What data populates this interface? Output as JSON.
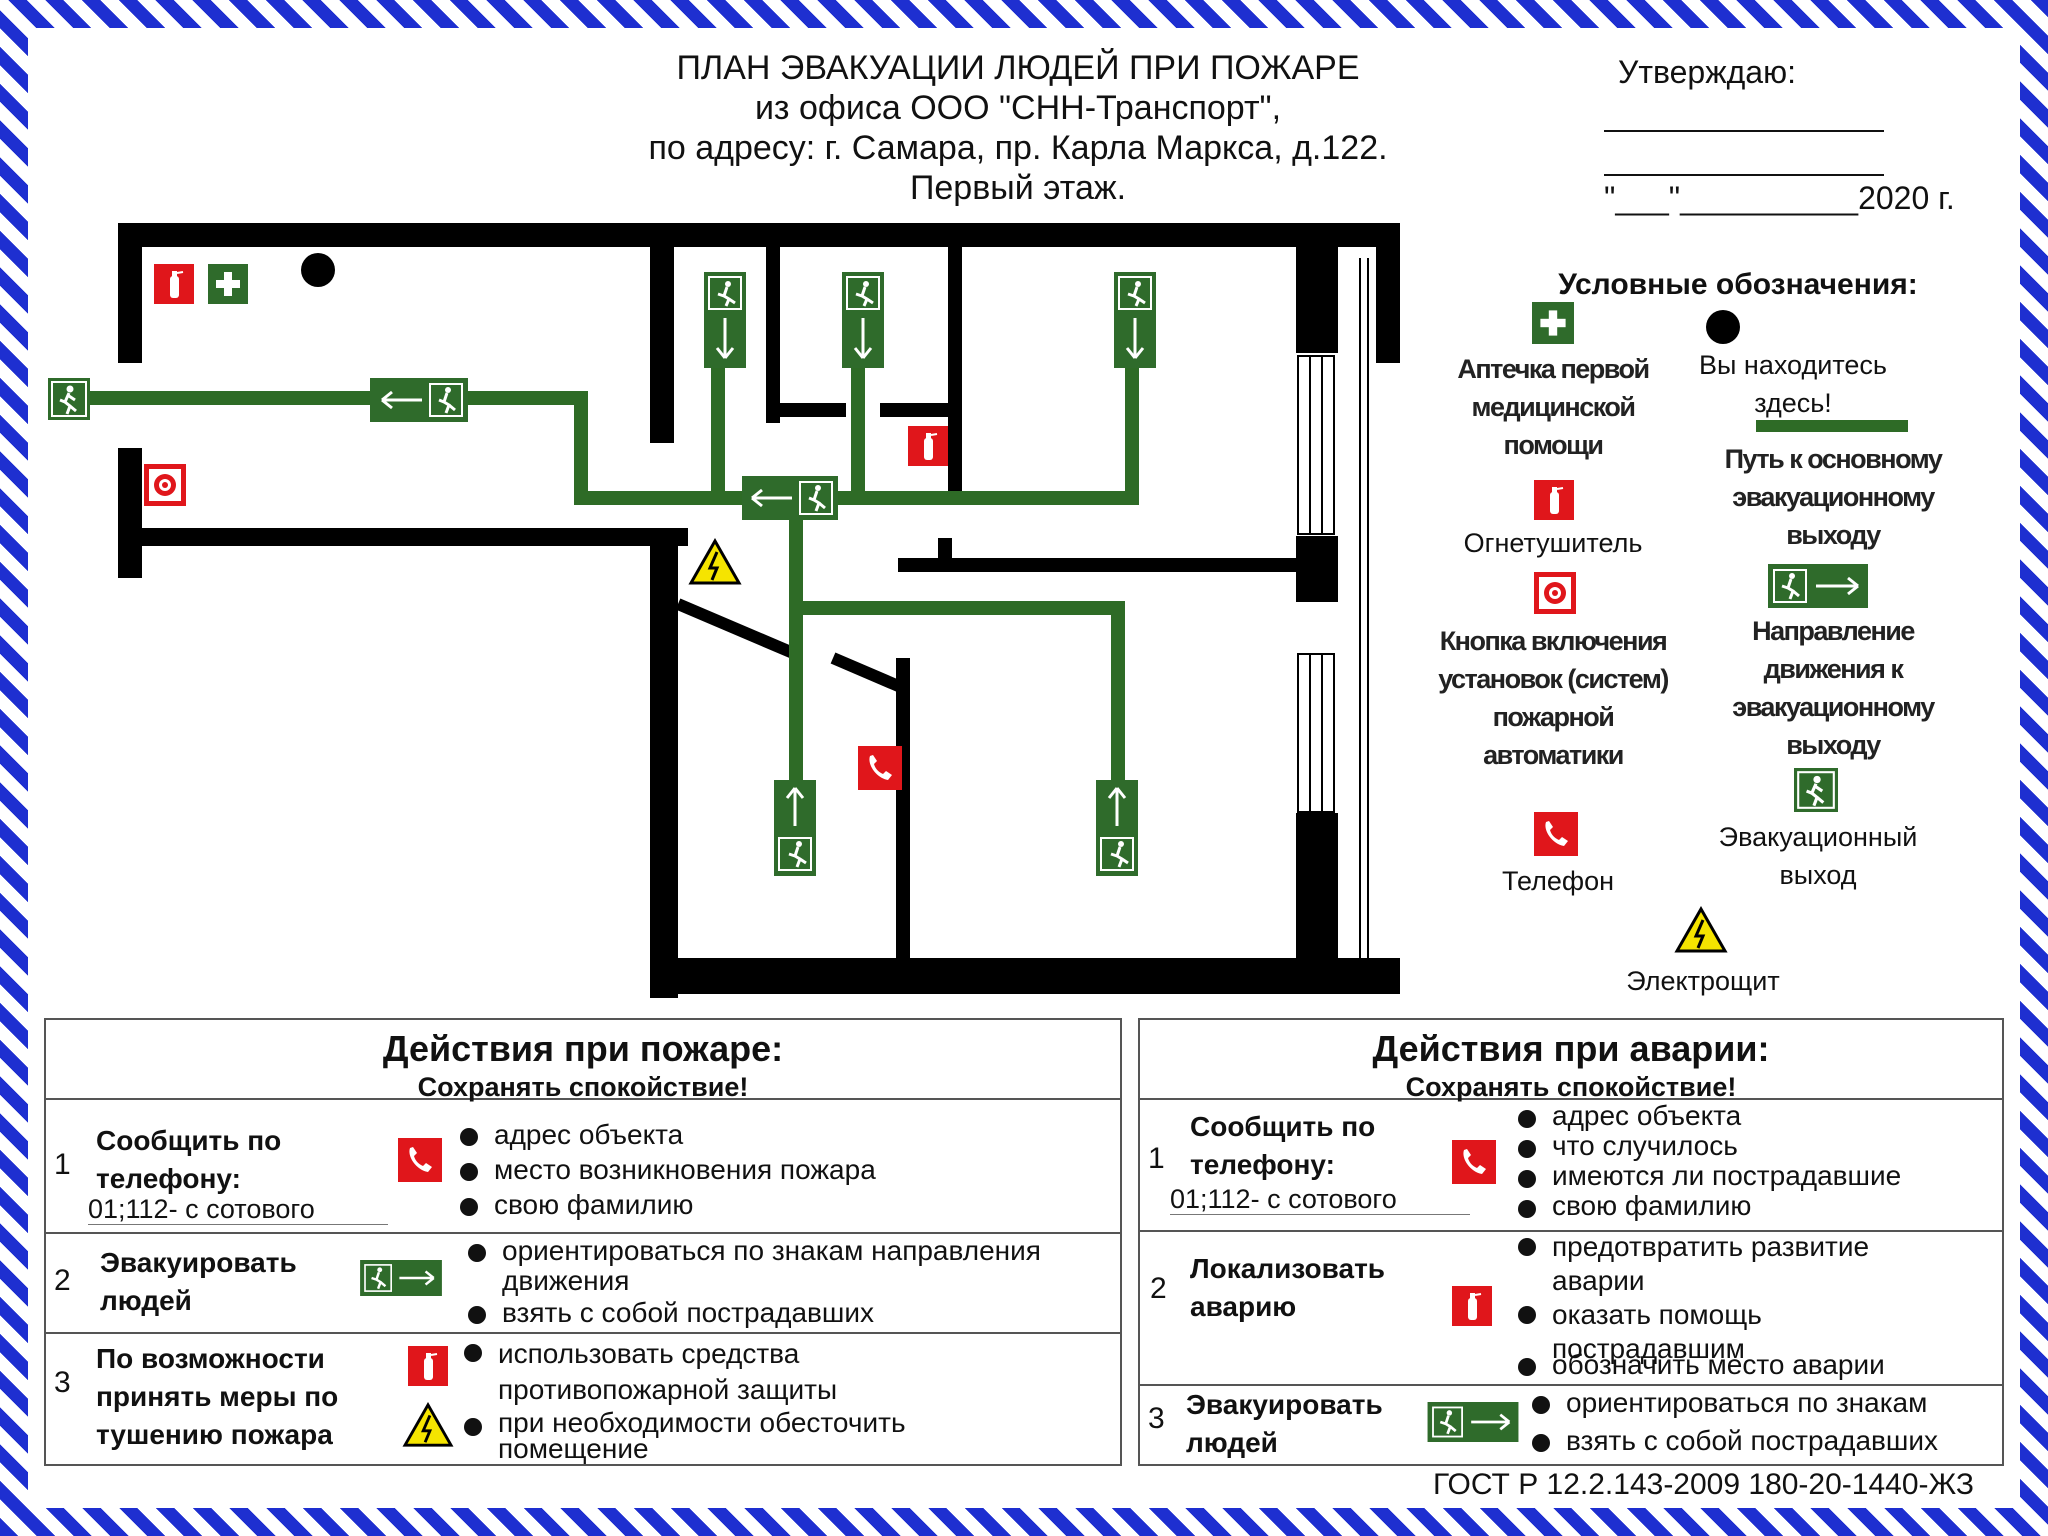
{
  "title": {
    "line1": "ПЛАН ЭВАКУАЦИИ  ЛЮДЕЙ ПРИ ПОЖАРЕ",
    "line2": "из офиса ООО \"СНН-Транспорт\",",
    "line3": "по адресу: г. Самара, пр. Карла Маркса, д.122.",
    "line4": "Первый этаж."
  },
  "approval": {
    "label": "Утверждаю:",
    "date_line": "\"___\"__________2020 г."
  },
  "legend": {
    "title": "Условные обозначения:",
    "items": [
      {
        "icon": "first-aid-icon",
        "label": "Аптечка первой медицинской помощи"
      },
      {
        "icon": "you-are-here-icon",
        "label": "Вы находитесь здесь!"
      },
      {
        "icon": "fire-extinguisher-icon",
        "label": "Огнетушитель"
      },
      {
        "icon": "evacuation-path-line",
        "label": "Путь к основному эвакуационному выходу"
      },
      {
        "icon": "fire-alarm-button-icon",
        "label": "Кнопка включения установок (систем) пожарной автоматики"
      },
      {
        "icon": "direction-arrow-sign",
        "label": "Направление движения к эвакуационному выходу"
      },
      {
        "icon": "telephone-icon",
        "label": "Телефон"
      },
      {
        "icon": "emergency-exit-icon",
        "label": "Эвакуационный выход"
      },
      {
        "icon": "electrical-panel-icon",
        "label": "Электрощит"
      }
    ]
  },
  "colors": {
    "stripe": "#1e2fd0",
    "path_green": "#2e6b26",
    "sign_green": "#2f6b2b",
    "sign_red": "#e0161b",
    "wall": "#000000",
    "hazard_yellow": "#f5e400"
  },
  "fire_actions": {
    "title": "Действия при пожаре:",
    "subtitle": "Сохранять спокойствие!",
    "steps": [
      {
        "num": "1",
        "action": "Сообщить по телефону:",
        "phone": "01;112- с сотового",
        "icon": "telephone-icon",
        "bullets": [
          "адрес объекта",
          "место возникновения пожара",
          "свою фамилию"
        ]
      },
      {
        "num": "2",
        "action": "Эвакуировать людей",
        "icon": "direction-arrow-sign",
        "bullets": [
          "ориентироваться по знакам направления движения",
          "взять с собой пострадавших"
        ]
      },
      {
        "num": "3",
        "action": "По возможности принять меры по тушению пожара",
        "icon": "fire-extinguisher-icon",
        "bullets": [
          "использовать средства противопожарной защиты",
          "при необходимости обесточить помещение"
        ]
      }
    ]
  },
  "accident_actions": {
    "title": "Действия при аварии:",
    "subtitle": "Сохранять спокойствие!",
    "steps": [
      {
        "num": "1",
        "action": "Сообщить по телефону:",
        "phone": "01;112- с сотового",
        "icon": "telephone-icon",
        "bullets": [
          "адрес объекта",
          "что случилось",
          "имеются ли пострадавшие",
          "свою фамилию"
        ]
      },
      {
        "num": "2",
        "action": "Локализовать аварию",
        "icon": "fire-extinguisher-icon",
        "bullets": [
          "предотвратить развитие аварии",
          "оказать помощь пострадавшим",
          "обозначить место аварии"
        ]
      },
      {
        "num": "3",
        "action": "Эвакуировать людей",
        "icon": "direction-arrow-sign",
        "bullets": [
          "ориентироваться по знакам",
          "взять с собой пострадавших"
        ]
      }
    ]
  },
  "footer": "ГОСТ Р 12.2.143-2009 180-20-1440-ЖЗ"
}
